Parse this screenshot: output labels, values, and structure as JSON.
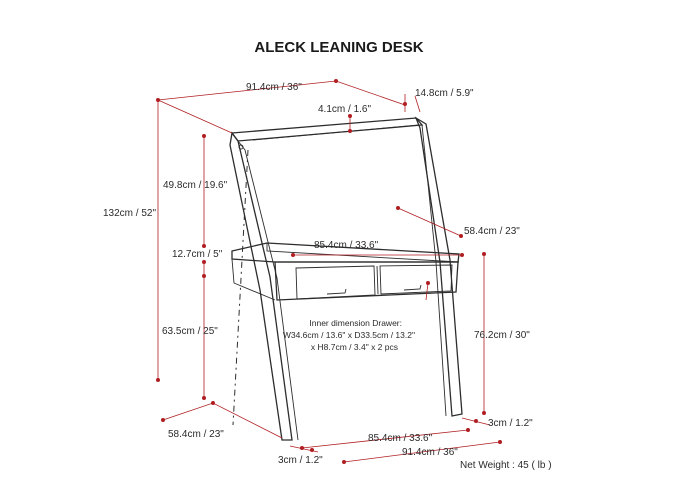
{
  "title": "ALECK LEANING DESK",
  "colors": {
    "dimension_line": "#b01e22",
    "furniture_line": "#2d2d2d",
    "text": "#2b2b2b"
  },
  "dimensions": {
    "top_width": "91.4cm / 36\"",
    "top_depth": "14.8cm / 5.9\"",
    "shelf_lip": "4.1cm / 1.6\"",
    "overall_height": "132cm / 52\"",
    "upper_height": "49.8cm / 19.6\"",
    "desk_depth": "58.4cm / 23\"",
    "desk_inner_width": "85.4cm / 33.6\"",
    "desk_apron": "12.7cm / 5\"",
    "lower_height": "63.5cm / 25\"",
    "desk_height": "76.2cm / 30\"",
    "leg_thickness_right": "3cm / 1.2\"",
    "base_depth_left": "58.4cm / 23\"",
    "base_inner_width": "85.4cm / 33.6\"",
    "leg_thickness_bottom": "3cm / 1.2\"",
    "base_width": "91.4cm / 36\""
  },
  "drawer_note": {
    "line1": "Inner dimension Drawer:",
    "line2": "W34.6cm / 13.6\" x D33.5cm / 13.2\"",
    "line3": "x H8.7cm / 3.4\" x 2 pcs"
  },
  "net_weight": "Net Weight : 45 ( lb )"
}
